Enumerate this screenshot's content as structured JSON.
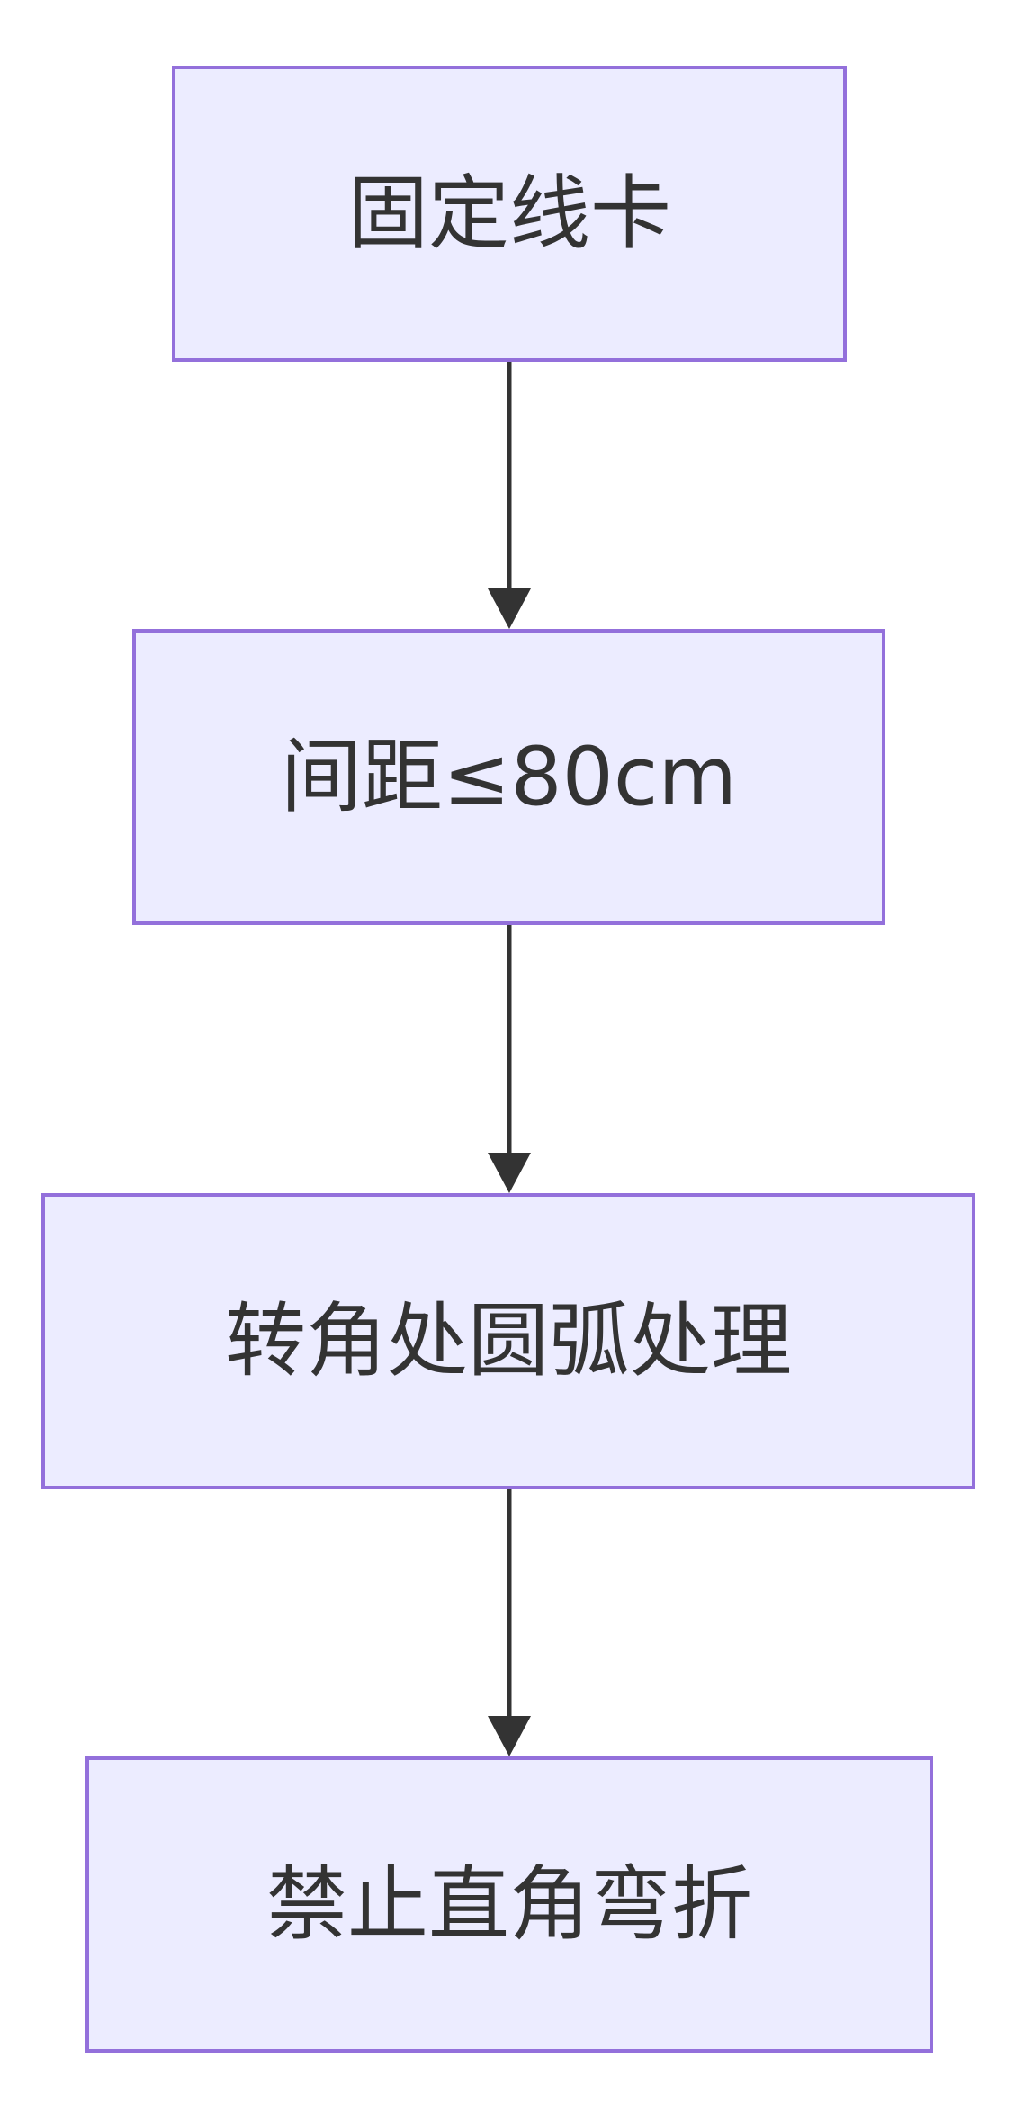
{
  "diagram": {
    "type": "flowchart",
    "direction": "top-down",
    "nodes": [
      {
        "id": "n1",
        "label": "固定线卡"
      },
      {
        "id": "n2",
        "label": "间距≤80cm"
      },
      {
        "id": "n3",
        "label": "转角处圆弧处理"
      },
      {
        "id": "n4",
        "label": "禁止直角弯折"
      }
    ],
    "edges": [
      {
        "from": "n1",
        "to": "n2"
      },
      {
        "from": "n2",
        "to": "n3"
      },
      {
        "from": "n3",
        "to": "n4"
      }
    ]
  },
  "colors": {
    "node_fill": "#ececff",
    "node_border": "#9370db",
    "edge": "#333333",
    "text": "#333333"
  }
}
